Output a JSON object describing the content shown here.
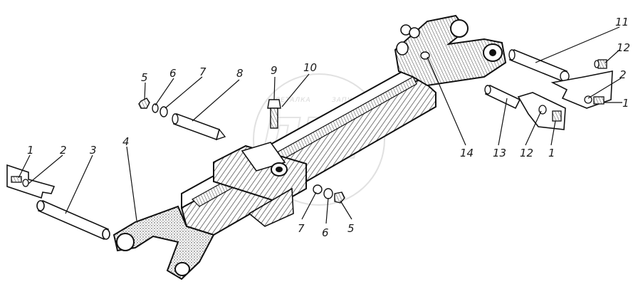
{
  "callouts": [
    {
      "id": "c1-left",
      "text": "1"
    },
    {
      "id": "c2-left",
      "text": "2"
    },
    {
      "id": "c3",
      "text": "3"
    },
    {
      "id": "c4",
      "text": "4"
    },
    {
      "id": "c5-top",
      "text": "5"
    },
    {
      "id": "c6-top",
      "text": "6"
    },
    {
      "id": "c7-top",
      "text": "7"
    },
    {
      "id": "c8",
      "text": "8"
    },
    {
      "id": "c9",
      "text": "9"
    },
    {
      "id": "c10",
      "text": "10"
    },
    {
      "id": "c11",
      "text": "11"
    },
    {
      "id": "c12-right",
      "text": "12"
    },
    {
      "id": "c2-right",
      "text": "2"
    },
    {
      "id": "c1-right",
      "text": "1"
    },
    {
      "id": "c14",
      "text": "14"
    },
    {
      "id": "c13",
      "text": "13"
    },
    {
      "id": "c12-mid",
      "text": "12"
    },
    {
      "id": "c1-mid",
      "text": "1"
    },
    {
      "id": "c7-bottom",
      "text": "7"
    },
    {
      "id": "c6-bottom",
      "text": "6"
    },
    {
      "id": "c5-bottom",
      "text": "5"
    }
  ],
  "watermark": {
    "left": "ДЕТАЛКА",
    "right": "ЗАПЧАСТИ",
    "mark": "ДТР"
  }
}
